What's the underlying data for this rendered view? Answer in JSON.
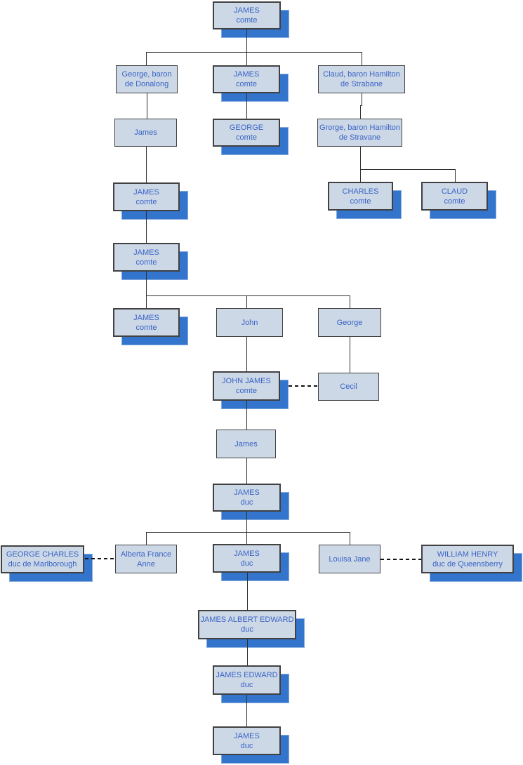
{
  "diagram": {
    "type": "family-tree-org-chart",
    "colors": {
      "box_fill": "#ccd8e6",
      "box_border": "#414141",
      "shadow": "#3374cd",
      "shadow_edge": "#84a9e0",
      "text": "#3a63c6",
      "line": "#303030",
      "background": "#ffffff"
    },
    "nodes": [
      {
        "id": "james-comte-1",
        "line1": "JAMES",
        "line2": "comte",
        "shadow": true
      },
      {
        "id": "george-baron-donalong",
        "line1": "George, baron",
        "line2": "de Donalong",
        "shadow": false
      },
      {
        "id": "james-comte-2",
        "line1": "JAMES",
        "line2": "comte",
        "shadow": true
      },
      {
        "id": "claud-baron-strabane",
        "line1": "Claud, baron Hamilton",
        "line2": "de Strabane",
        "shadow": false
      },
      {
        "id": "james-3",
        "line1": "James",
        "line2": "",
        "shadow": false
      },
      {
        "id": "george-comte",
        "line1": "GEORGE",
        "line2": "comte",
        "shadow": true
      },
      {
        "id": "grorge-baron-stravane",
        "line1": "Grorge, baron Hamilton",
        "line2": "de Stravane",
        "shadow": false
      },
      {
        "id": "james-comte-4",
        "line1": "JAMES",
        "line2": "comte",
        "shadow": true
      },
      {
        "id": "charles-comte",
        "line1": "CHARLES",
        "line2": "comte",
        "shadow": true
      },
      {
        "id": "claud-comte",
        "line1": "CLAUD",
        "line2": "comte",
        "shadow": true
      },
      {
        "id": "james-comte-5",
        "line1": "JAMES",
        "line2": "comte",
        "shadow": true
      },
      {
        "id": "james-comte-6",
        "line1": "JAMES",
        "line2": "comte",
        "shadow": true
      },
      {
        "id": "john",
        "line1": "John",
        "line2": "",
        "shadow": false
      },
      {
        "id": "george",
        "line1": "George",
        "line2": "",
        "shadow": false
      },
      {
        "id": "john-james-comte",
        "line1": "JOHN JAMES",
        "line2": "comte",
        "shadow": true
      },
      {
        "id": "cecil",
        "line1": "Cecil",
        "line2": "",
        "shadow": false
      },
      {
        "id": "james-7",
        "line1": "James",
        "line2": "",
        "shadow": false
      },
      {
        "id": "james-duc-1",
        "line1": "JAMES",
        "line2": "duc",
        "shadow": true
      },
      {
        "id": "george-charles-marlborough",
        "line1": "GEORGE CHARLES",
        "line2": "duc de Marlborough",
        "shadow": true
      },
      {
        "id": "alberta-france-anne",
        "line1": "Alberta France",
        "line2": "Anne",
        "shadow": false
      },
      {
        "id": "james-duc-2",
        "line1": "JAMES",
        "line2": "duc",
        "shadow": true
      },
      {
        "id": "louisa-jane",
        "line1": "Louisa Jane",
        "line2": "",
        "shadow": false
      },
      {
        "id": "william-henry-queensberry",
        "line1": "WILLIAM HENRY",
        "line2": "duc de Queensberry",
        "shadow": true
      },
      {
        "id": "james-albert-edward-duc",
        "line1": "JAMES ALBERT EDWARD",
        "line2": "duc",
        "shadow": true
      },
      {
        "id": "james-edward-duc",
        "line1": "JAMES EDWARD",
        "line2": "duc",
        "shadow": true
      },
      {
        "id": "james-duc-3",
        "line1": "JAMES",
        "line2": "duc",
        "shadow": true
      }
    ],
    "edges": [
      {
        "from": "james-comte-1",
        "to": "george-baron-donalong",
        "style": "solid"
      },
      {
        "from": "james-comte-1",
        "to": "james-comte-2",
        "style": "solid"
      },
      {
        "from": "james-comte-1",
        "to": "claud-baron-strabane",
        "style": "solid"
      },
      {
        "from": "george-baron-donalong",
        "to": "james-3",
        "style": "solid"
      },
      {
        "from": "james-comte-2",
        "to": "george-comte",
        "style": "solid"
      },
      {
        "from": "claud-baron-strabane",
        "to": "grorge-baron-stravane",
        "style": "solid"
      },
      {
        "from": "james-3",
        "to": "james-comte-4",
        "style": "solid"
      },
      {
        "from": "grorge-baron-stravane",
        "to": "charles-comte",
        "style": "solid"
      },
      {
        "from": "grorge-baron-stravane",
        "to": "claud-comte",
        "style": "solid"
      },
      {
        "from": "james-comte-4",
        "to": "james-comte-5",
        "style": "solid"
      },
      {
        "from": "james-comte-5",
        "to": "james-comte-6",
        "style": "solid"
      },
      {
        "from": "james-comte-5",
        "to": "john",
        "style": "solid"
      },
      {
        "from": "james-comte-5",
        "to": "george",
        "style": "solid"
      },
      {
        "from": "john",
        "to": "john-james-comte",
        "style": "solid"
      },
      {
        "from": "george",
        "to": "cecil",
        "style": "solid"
      },
      {
        "from": "john-james-comte",
        "to": "cecil",
        "style": "dashed"
      },
      {
        "from": "john-james-comte",
        "to": "james-7",
        "style": "solid"
      },
      {
        "from": "james-7",
        "to": "james-duc-1",
        "style": "solid"
      },
      {
        "from": "james-duc-1",
        "to": "alberta-france-anne",
        "style": "solid"
      },
      {
        "from": "james-duc-1",
        "to": "james-duc-2",
        "style": "solid"
      },
      {
        "from": "james-duc-1",
        "to": "louisa-jane",
        "style": "solid"
      },
      {
        "from": "george-charles-marlborough",
        "to": "alberta-france-anne",
        "style": "dashed"
      },
      {
        "from": "louisa-jane",
        "to": "william-henry-queensberry",
        "style": "dashed"
      },
      {
        "from": "james-duc-2",
        "to": "james-albert-edward-duc",
        "style": "solid"
      },
      {
        "from": "james-albert-edward-duc",
        "to": "james-edward-duc",
        "style": "solid"
      },
      {
        "from": "james-edward-duc",
        "to": "james-duc-3",
        "style": "solid"
      }
    ]
  }
}
